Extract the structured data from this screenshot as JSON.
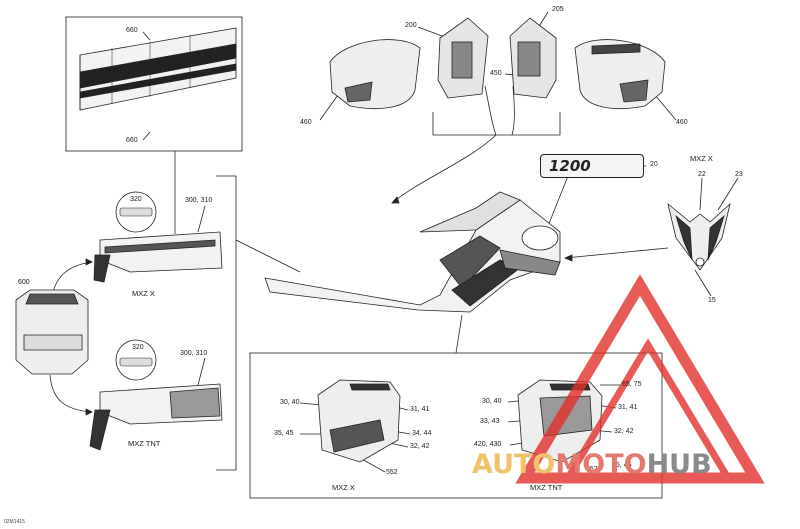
{
  "callouts": {
    "c660_top": "660",
    "c660_bottom": "660",
    "c200": "200",
    "c205": "205",
    "c450": "450",
    "c460_left": "460",
    "c460_right": "460",
    "c20": "20",
    "c22": "22",
    "c23": "23",
    "c15": "15",
    "c320_top": "320",
    "c320_bottom": "320",
    "c300_310_top": "300, 310",
    "c300_310_bottom": "300, 310",
    "c600": "600",
    "p_30_40_left": "30, 40",
    "p_31_41_left": "31, 41",
    "p_35_45_left": "35, 45",
    "p_34_44": "34, 44",
    "p_32_42_left": "32, 42",
    "p_552_left": "552",
    "p_30_40_right": "30, 40",
    "p_65_75": "65, 75",
    "p_31_41_right": "31, 41",
    "p_33_43": "33, 43",
    "p_32_42_right": "32, 42",
    "p_420_430": "420, 430",
    "p_552_right": "552",
    "p_35_45_right": "35, 45"
  },
  "captions": {
    "mxz_x_headlight": "MXZ X",
    "mxz_x_tunnel": "MXZ X",
    "mxz_tnt_tunnel": "MXZ TNT",
    "mxz_x_panel": "MXZ X",
    "mxz_tnt_panel": "MXZ TNT"
  },
  "badge_text": "1200",
  "doc_code": "02M1415",
  "watermark": {
    "part1": "AUTO",
    "part2": "MOTO",
    "part3": "HUB"
  },
  "colors": {
    "line": "#222222",
    "watermark_red": "#e2312b",
    "watermark_yellow": "#f0c36a",
    "watermark_grey": "#8a8a8a"
  }
}
